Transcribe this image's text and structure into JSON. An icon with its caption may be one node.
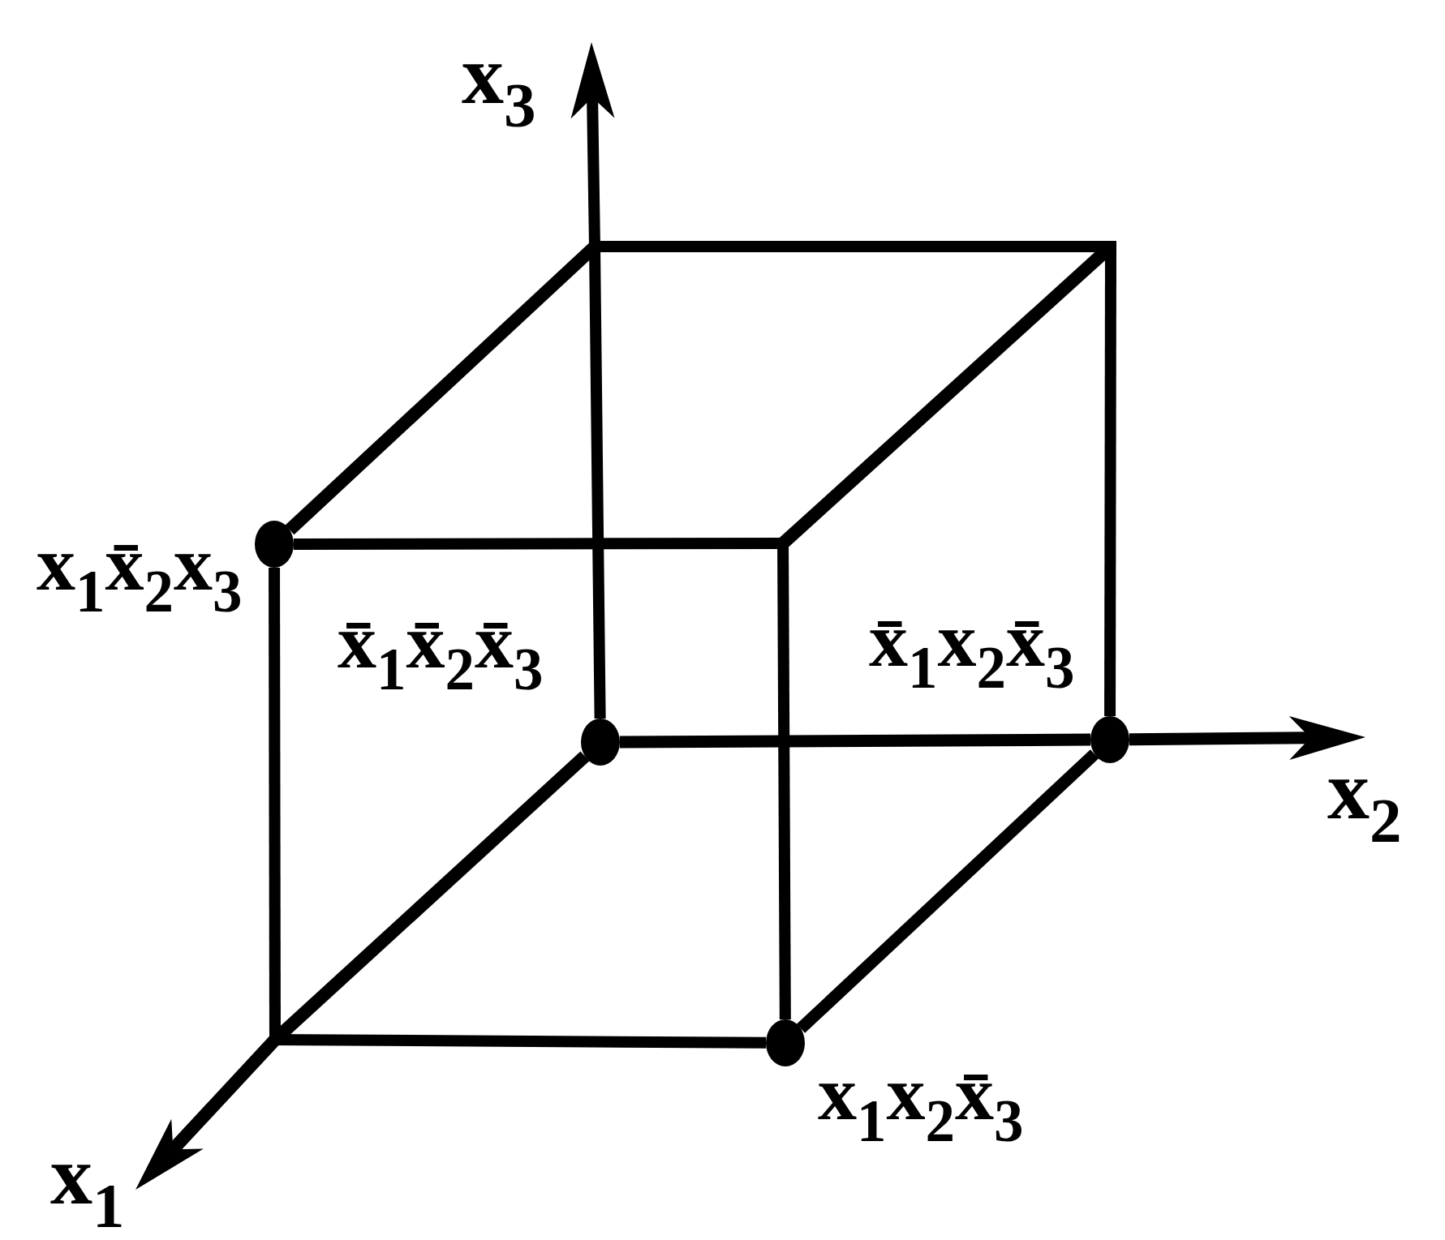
{
  "diagram": {
    "nodes": [
      {
        "text": [],
        "shape": "circle",
        "beside": [
          "x$_{1}$x̄$_{2}$x$_{3}$"
        ]
      },
      {
        "text": [],
        "shape": "circle",
        "beside": [
          "x̄$_{1}$x̄$_{2}$x̄$_{3}$"
        ]
      },
      {
        "text": [],
        "shape": "circle",
        "beside": [
          "x̄$_{1}$x$_{2}$x̄$_{3}$"
        ]
      },
      {
        "text": [],
        "shape": "circle",
        "beside": [
          "x$_{1}$x$_{2}$x̄$_{3}$"
        ]
      }
    ],
    "edges": [
      {
        "from": 1,
        "to": 2,
        "arrow": "none"
      },
      {
        "from": 2,
        "to": 3,
        "arrow": "none"
      }
    ],
    "labels": [
      "x$_{3}$",
      "x$_{2}$",
      "x$_{1}$"
    ]
  }
}
